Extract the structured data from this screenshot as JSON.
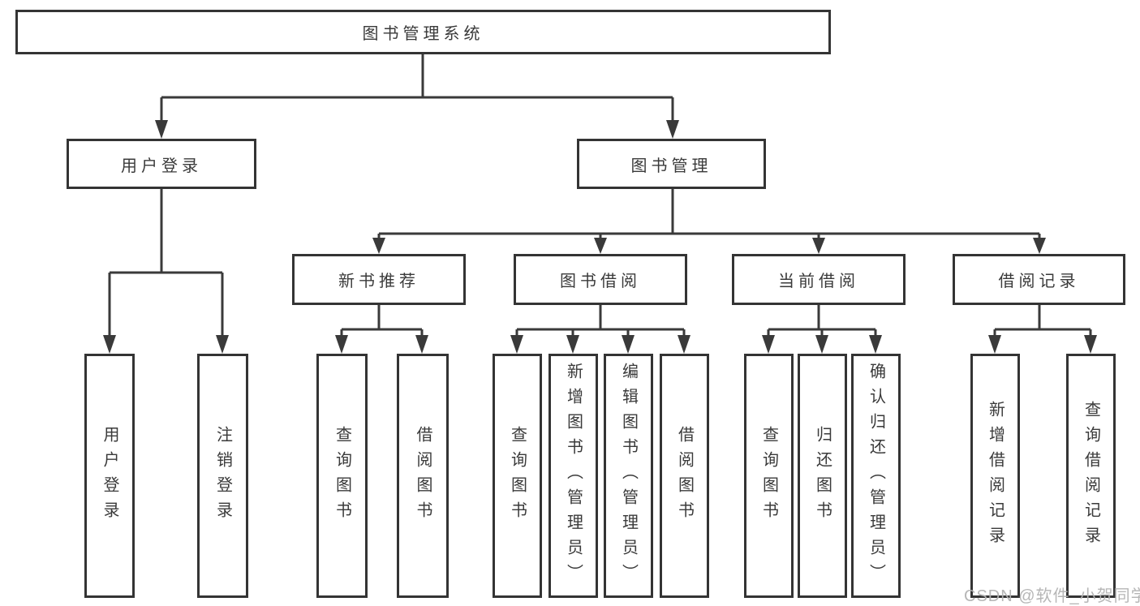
{
  "diagram": {
    "root": {
      "label": "图书管理系统"
    },
    "level2": [
      {
        "label": "用户登录"
      },
      {
        "label": "图书管理"
      }
    ],
    "level3": [
      {
        "label": "新书推荐"
      },
      {
        "label": "图书借阅"
      },
      {
        "label": "当前借阅"
      },
      {
        "label": "借阅记录"
      }
    ],
    "leaves": [
      {
        "label": "用户登录"
      },
      {
        "label": "注销登录"
      },
      {
        "label": "查询图书"
      },
      {
        "label": "借阅图书"
      },
      {
        "label": "查询图书"
      },
      {
        "label": "新增图书（管理员）"
      },
      {
        "label": "编辑图书（管理员）"
      },
      {
        "label": "借阅图书"
      },
      {
        "label": "查询图书"
      },
      {
        "label": "归还图书"
      },
      {
        "label": "确认归还（管理员）"
      },
      {
        "label": "新增借阅记录"
      },
      {
        "label": "查询借阅记录"
      }
    ],
    "watermark": "CSDN @软件_小贺同学"
  },
  "colors": {
    "line": "#3a3a3a",
    "box_border": "#343434",
    "text": "#3a3a3a",
    "watermark": "#b2b2b2",
    "background": "#ffffff"
  }
}
